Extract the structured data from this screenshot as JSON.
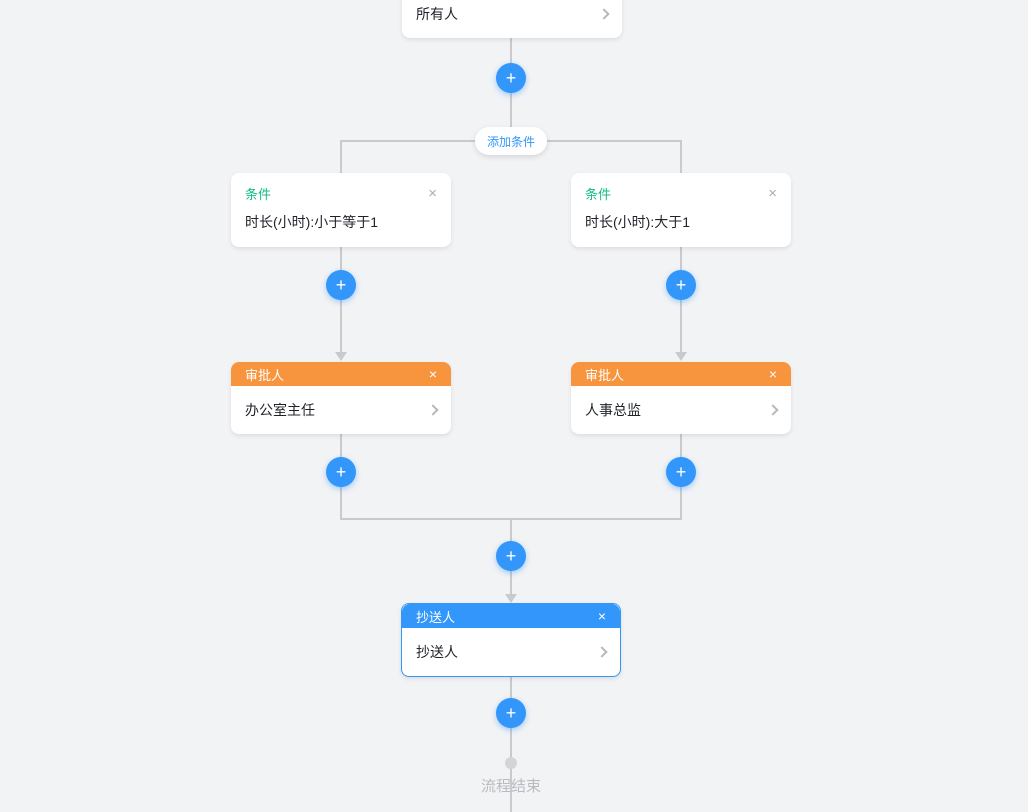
{
  "colors": {
    "background": "#f2f3f5",
    "connector_line": "#c9cacc",
    "primary_blue": "#3296fa",
    "approver_orange": "#f7943e",
    "condition_green": "#15bc83"
  },
  "icons": {
    "plus": "+",
    "close": "×"
  },
  "start_node": {
    "label": "所有人"
  },
  "add_condition_button": {
    "label": "添加条件"
  },
  "branches": [
    {
      "condition": {
        "title": "条件",
        "content": "时长(小时):小于等于1"
      },
      "approver": {
        "title": "审批人",
        "content": "办公室主任"
      }
    },
    {
      "condition": {
        "title": "条件",
        "content": "时长(小时):大于1"
      },
      "approver": {
        "title": "审批人",
        "content": "人事总监"
      }
    }
  ],
  "cc_node": {
    "title": "抄送人",
    "content": "抄送人"
  },
  "end_node": {
    "label": "流程结束"
  }
}
